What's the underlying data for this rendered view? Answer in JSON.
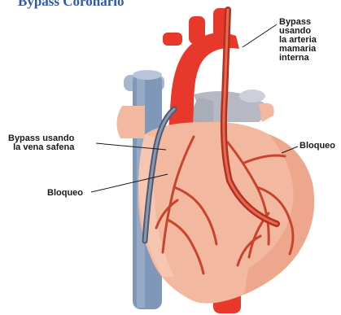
{
  "title": "Bypass Coronario",
  "labels": {
    "mammary": [
      "Bypass",
      "usando",
      "la arteria",
      "mamaria",
      "interna"
    ],
    "saphenous": [
      "Bypass usando",
      "la vena safena"
    ],
    "block_left": "Bloqueo",
    "block_right": "Bloqueo"
  },
  "colors": {
    "title": "#2f59a8",
    "heart": "#f3b9a0",
    "aorta": "#e8382b",
    "vein": "#7f97b8",
    "artery": "#c8442e"
  }
}
